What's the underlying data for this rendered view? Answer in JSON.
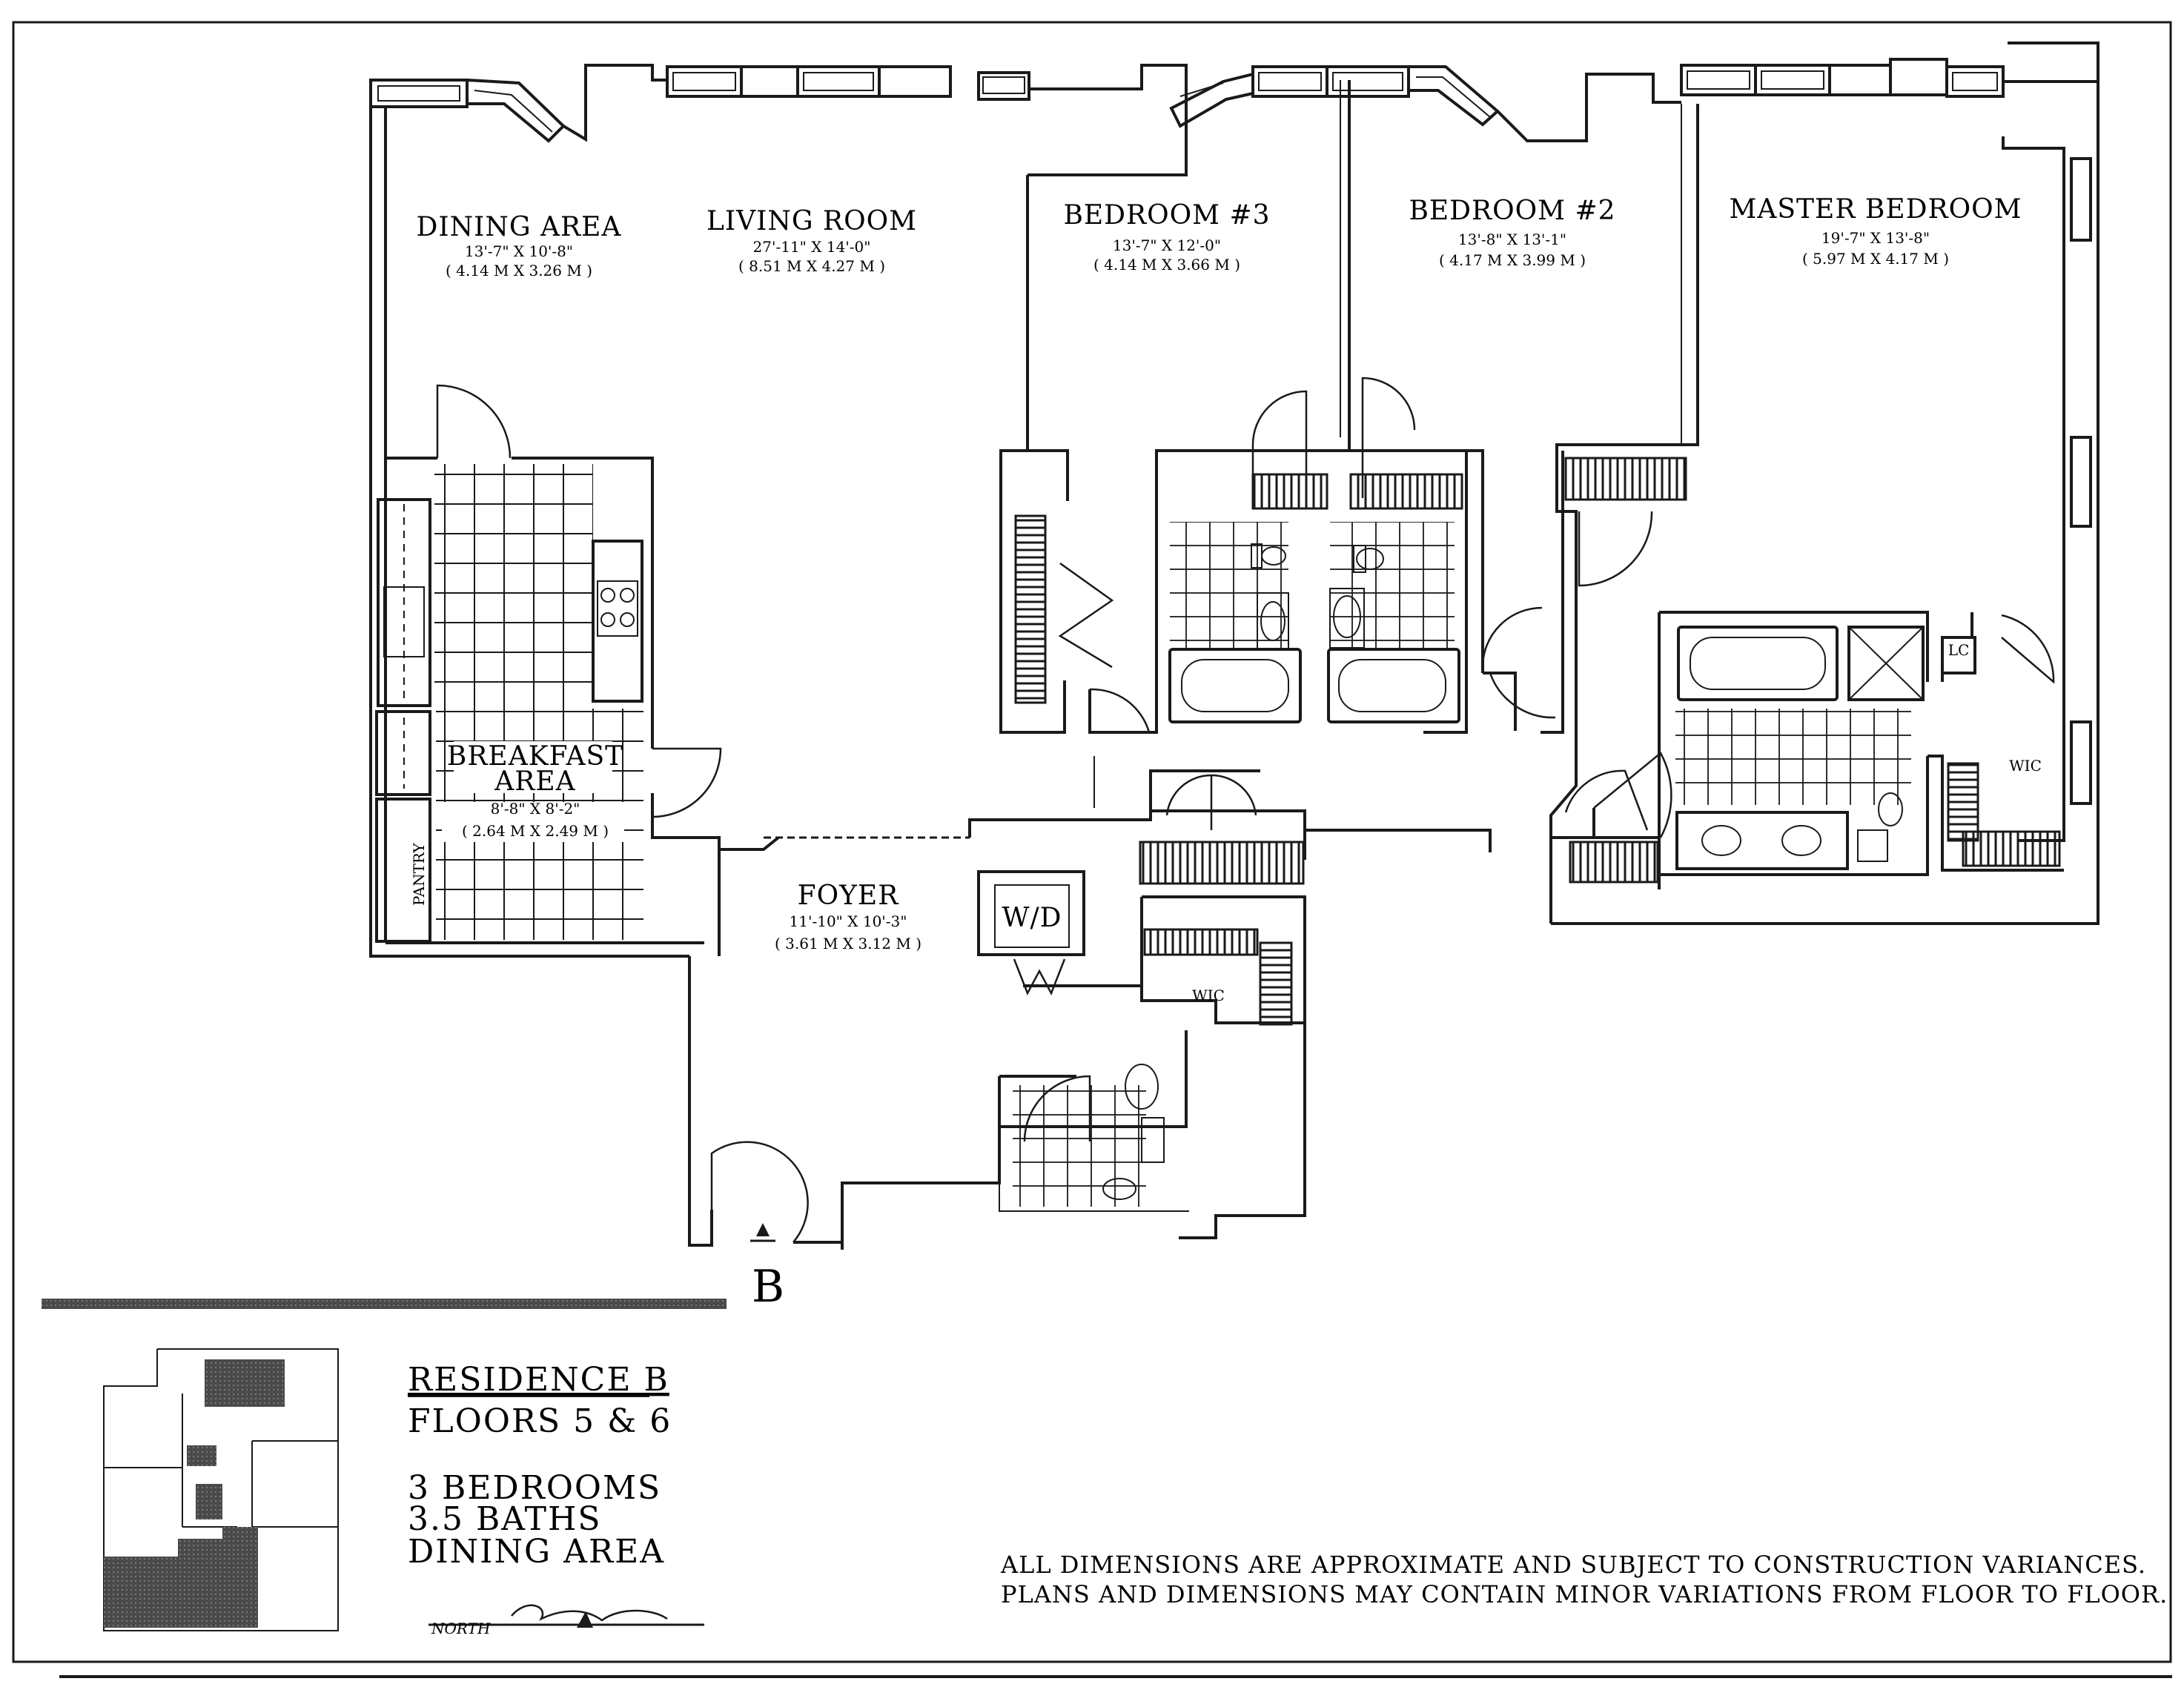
{
  "rooms": {
    "dining": {
      "name": "DINING AREA",
      "dim1": "13'-7\" X 10'-8\"",
      "dim2": "( 4.14 M X 3.26 M )"
    },
    "living": {
      "name": "LIVING ROOM",
      "dim1": "27'-11\" X 14'-0\"",
      "dim2": "( 8.51 M X 4.27 M )"
    },
    "bedroom3": {
      "name": "BEDROOM #3",
      "dim1": "13'-7\" X 12'-0\"",
      "dim2": "( 4.14 M X 3.66 M )"
    },
    "bedroom2": {
      "name": "BEDROOM #2",
      "dim1": "13'-8\" X 13'-1\"",
      "dim2": "( 4.17 M X 3.99 M )"
    },
    "master": {
      "name": "MASTER BEDROOM",
      "dim1": "19'-7\" X 13'-8\"",
      "dim2": "( 5.97 M X 4.17 M )"
    },
    "breakfast": {
      "name1": "BREAKFAST",
      "name2": "AREA",
      "dim1": "8'-8\" X 8'-2\"",
      "dim2": "( 2.64 M X 2.49 M )"
    },
    "foyer": {
      "name": "FOYER",
      "dim1": "11'-10\" X 10'-3\"",
      "dim2": "( 3.61 M X 3.12 M )"
    }
  },
  "labels": {
    "pantry": "PANTRY",
    "wd": "W/D",
    "wic_foyer": "WIC",
    "wic_master": "WIC",
    "lc": "LC",
    "entry_marker": "B"
  },
  "title_block": {
    "residence": "RESIDENCE B",
    "floors": "FLOORS 5 & 6",
    "bedrooms": "3 BEDROOMS",
    "baths": "3.5 BATHS",
    "dining": "DINING AREA",
    "north": "NORTH"
  },
  "notes": {
    "line1": "ALL DIMENSIONS ARE APPROXIMATE AND SUBJECT TO CONSTRUCTION VARIANCES.",
    "line2": "PLANS AND DIMENSIONS MAY CONTAIN MINOR VARIATIONS FROM FLOOR TO FLOOR."
  },
  "colors": {
    "ink": "#1a1a1a",
    "paper": "#ffffff",
    "shade": "#5a5a5a"
  }
}
